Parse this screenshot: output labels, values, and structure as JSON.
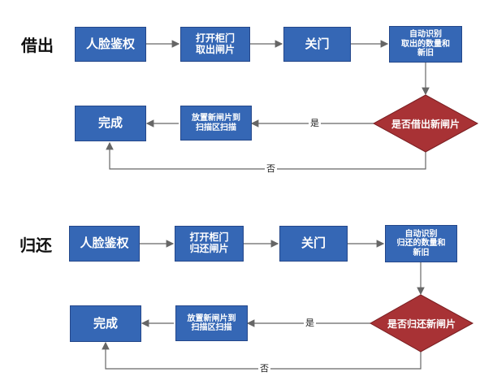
{
  "borrow": {
    "title": "借出",
    "step1": "人脸鉴权",
    "step2": "打开柜门\n取出闸片",
    "step3": "关门",
    "step4": "自动识别\n取出的数量和\n新旧",
    "decision": "是否借出新闸片",
    "yes_label": "是",
    "no_label": "否",
    "step5": "放置新闸片到\n扫描区扫描",
    "done": "完成"
  },
  "return": {
    "title": "归还",
    "step1": "人脸鉴权",
    "step2": "打开柜门\n归还闸片",
    "step3": "关门",
    "step4": "自动识别\n归还的数量和\n新旧",
    "decision": "是否归还新闸片",
    "yes_label": "是",
    "no_label": "否",
    "step5": "放置新闸片到\n扫描区扫描",
    "done": "完成"
  },
  "colors": {
    "box_fill": "#3567b5",
    "decision_fill": "#a83235",
    "connector": "#666666"
  }
}
